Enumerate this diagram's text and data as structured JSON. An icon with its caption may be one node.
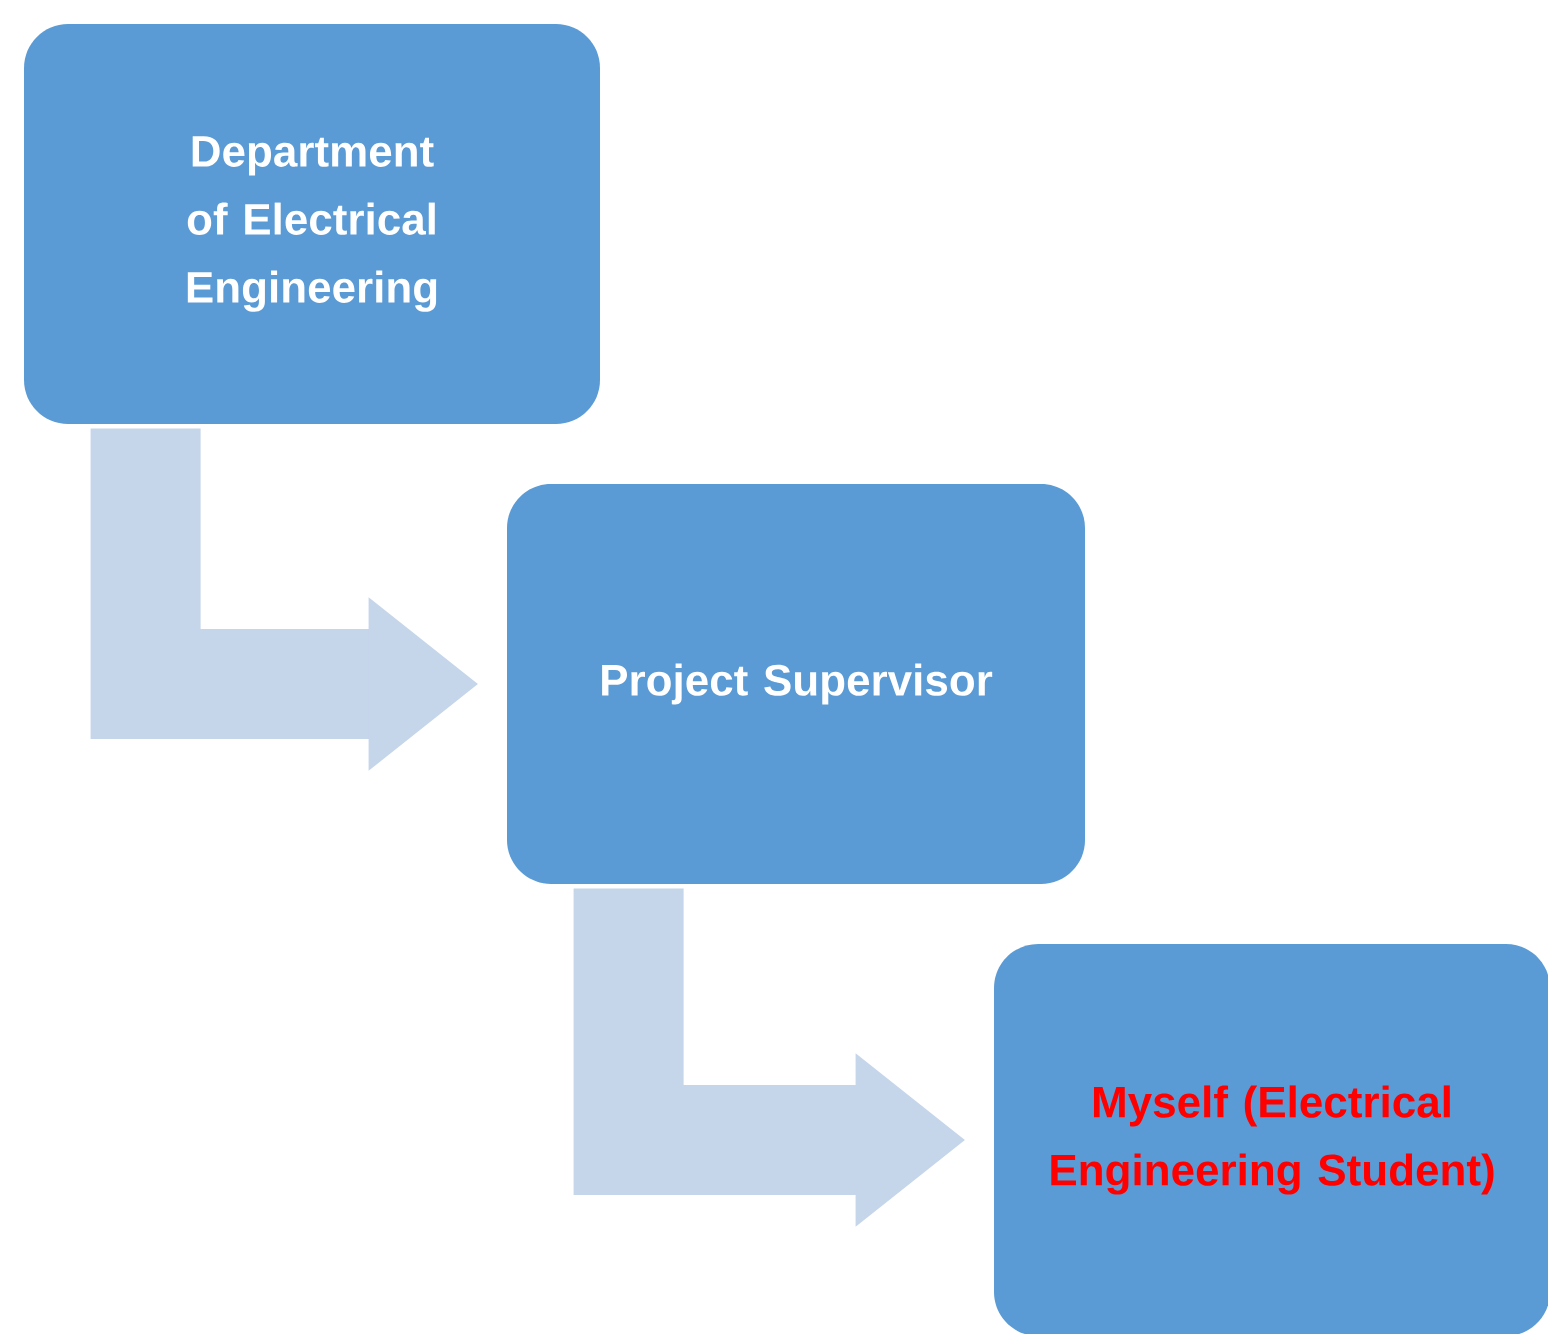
{
  "diagram": {
    "nodes": [
      {
        "text": [
          "Department of Electrical Engineering"
        ]
      },
      {
        "text": [
          "Project Supervisor"
        ]
      },
      {
        "text": [
          "Myself (Electrical Engineering Student)"
        ]
      }
    ],
    "edges": [
      {
        "from": 0,
        "to": 1,
        "arrow": "to"
      },
      {
        "from": 1,
        "to": 2,
        "arrow": "to"
      }
    ]
  }
}
